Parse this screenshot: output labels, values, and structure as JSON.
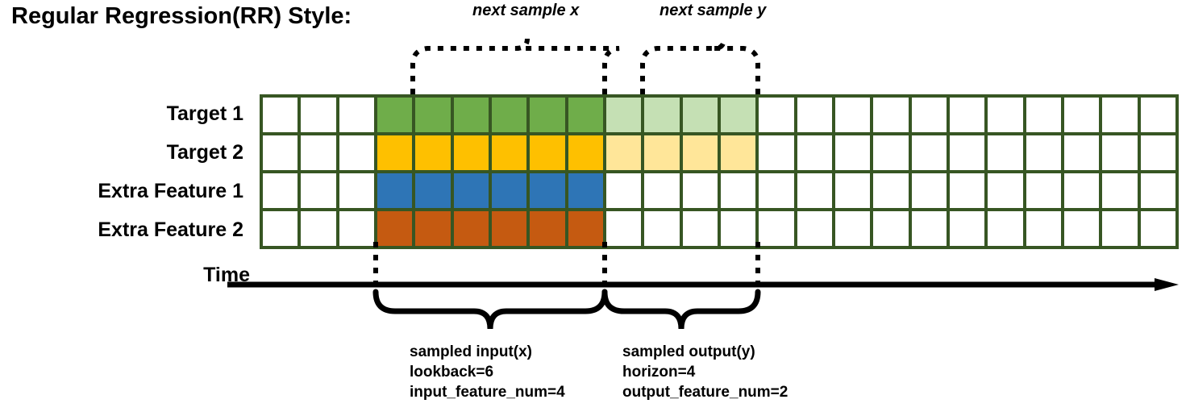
{
  "title": "Regular Regression(RR) Style:",
  "annotations": {
    "top": [
      {
        "id": "next-sample-x",
        "label": "next sample x"
      },
      {
        "id": "next-sample-y",
        "label": "next sample y"
      }
    ]
  },
  "rows": [
    {
      "label": "Target 1",
      "color": "#6FAD4A",
      "light_color": "#C5E0B4",
      "has_output": true
    },
    {
      "label": "Target 2",
      "color": "#FEC000",
      "light_color": "#FFE699",
      "has_output": true
    },
    {
      "label": "Extra Feature 1",
      "color": "#2E75B6",
      "light_color": "#FFFFFF",
      "has_output": false
    },
    {
      "label": "Extra Feature 2",
      "color": "#C55A11",
      "light_color": "#FFFFFF",
      "has_output": false
    }
  ],
  "grid": {
    "total_columns": 24,
    "total_rows": 4,
    "lead_blank_columns": 3,
    "input_columns": 6,
    "output_columns": 4,
    "border_color": "#375623",
    "empty_color": "#FFFFFF"
  },
  "time_axis": {
    "label": "Time"
  },
  "captions": {
    "input": {
      "line1": "sampled input(x)",
      "line2": "lookback=6",
      "line3": "input_feature_num=4"
    },
    "output": {
      "line1": "sampled output(y)",
      "line2": "horizon=4",
      "line3": "output_feature_num=2"
    }
  },
  "values": {
    "lookback": 6,
    "horizon": 4,
    "input_feature_num": 4,
    "output_feature_num": 2
  }
}
